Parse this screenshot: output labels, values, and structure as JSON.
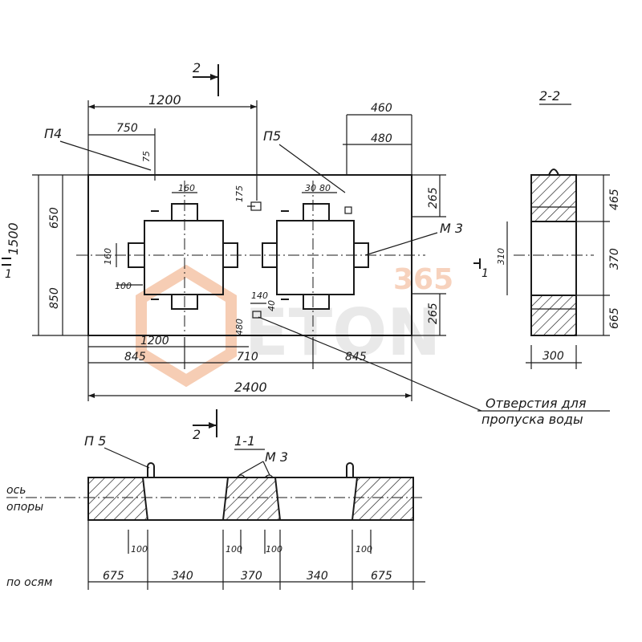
{
  "watermark": {
    "brand": "ETON",
    "number": "365",
    "accent_color": "#f08a4b"
  },
  "plan": {
    "section_mark": "2",
    "dims": {
      "top_1200": "1200",
      "top_750": "750",
      "top_75": "75",
      "top_460": "460",
      "top_480": "480",
      "d175": "175",
      "d160_top": "160",
      "d30": "30",
      "d80": "80",
      "left_1500": "1500",
      "left_650": "650",
      "left_850": "850",
      "left_160": "160",
      "left_100": "100",
      "right_265_top": "265",
      "right_265_bot": "265",
      "hole_140": "140",
      "hole_40": "40",
      "hole_480": "480",
      "bot_1200": "1200",
      "bot_845_left": "845",
      "bot_710": "710",
      "bot_845_right": "845",
      "bot_2400": "2400"
    },
    "labels": {
      "p4": "П4",
      "p5": "П5",
      "m3": "М 3",
      "section_1": "1",
      "section_2_bottom": "2",
      "water_line1": "Отверстия  для",
      "water_line2": "пропуска  воды"
    }
  },
  "section_22": {
    "title": "2-2",
    "dims": {
      "d465": "465",
      "d370": "370",
      "d665": "665",
      "d310": "310",
      "d300": "300"
    },
    "section_mark": "1"
  },
  "section_11": {
    "title": "1-1",
    "labels": {
      "p5": "П 5",
      "m3": "М 3",
      "axis_line1": "ось",
      "axis_line2": "опоры",
      "po_osi": "по осям"
    },
    "dims": {
      "d100_1": "100",
      "d100_2": "100",
      "d100_3": "100",
      "d100_4": "100",
      "d675_left": "675",
      "d340_left": "340",
      "d370": "370",
      "d340_right": "340",
      "d675_right": "675"
    }
  }
}
